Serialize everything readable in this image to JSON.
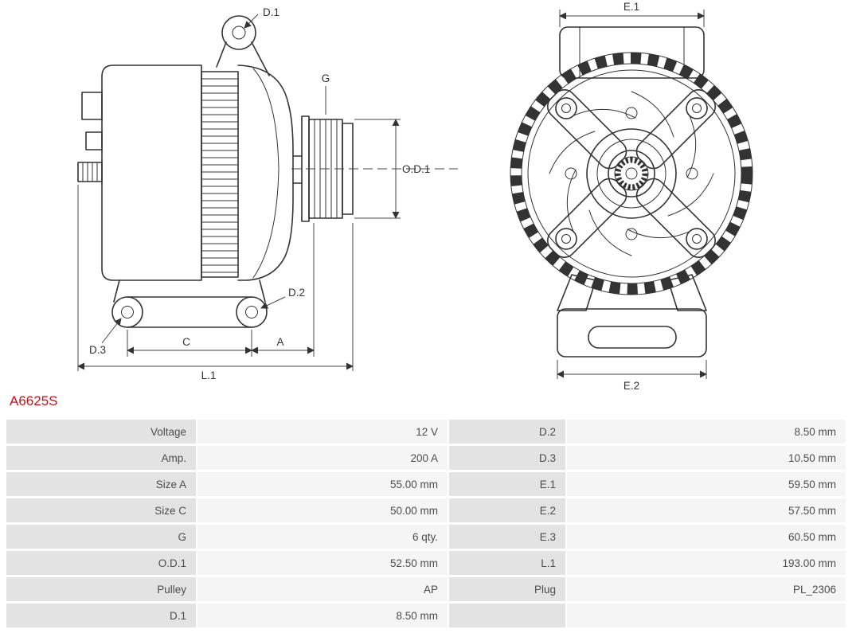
{
  "part_number": "A6625S",
  "diagram": {
    "side_view": {
      "d1": "D.1",
      "g": "G",
      "od1": "O.D.1",
      "d2": "D.2",
      "d3": "D.3",
      "c": "C",
      "a": "A",
      "l1": "L.1"
    },
    "front_view": {
      "e1": "E.1",
      "e2": "E.2"
    }
  },
  "table": {
    "rows": [
      {
        "label1": "Voltage",
        "value1": "12 V",
        "label2": "D.2",
        "value2": "8.50 mm"
      },
      {
        "label1": "Amp.",
        "value1": "200 A",
        "label2": "D.3",
        "value2": "10.50 mm"
      },
      {
        "label1": "Size A",
        "value1": "55.00 mm",
        "label2": "E.1",
        "value2": "59.50 mm"
      },
      {
        "label1": "Size C",
        "value1": "50.00 mm",
        "label2": "E.2",
        "value2": "57.50 mm"
      },
      {
        "label1": "G",
        "value1": "6 qty.",
        "label2": "E.3",
        "value2": "60.50 mm"
      },
      {
        "label1": "O.D.1",
        "value1": "52.50 mm",
        "label2": "L.1",
        "value2": "193.00 mm"
      },
      {
        "label1": "Pulley",
        "value1": "AP",
        "label2": "Plug",
        "value2": "PL_2306"
      },
      {
        "label1": "D.1",
        "value1": "8.50 mm",
        "label2": "",
        "value2": ""
      }
    ]
  },
  "colors": {
    "part_number": "#cc1118",
    "label_cell_bg": "#e3e3e3",
    "value_cell_bg": "#f5f5f5",
    "table_text": "#4d4d4d",
    "line": "#333333"
  }
}
